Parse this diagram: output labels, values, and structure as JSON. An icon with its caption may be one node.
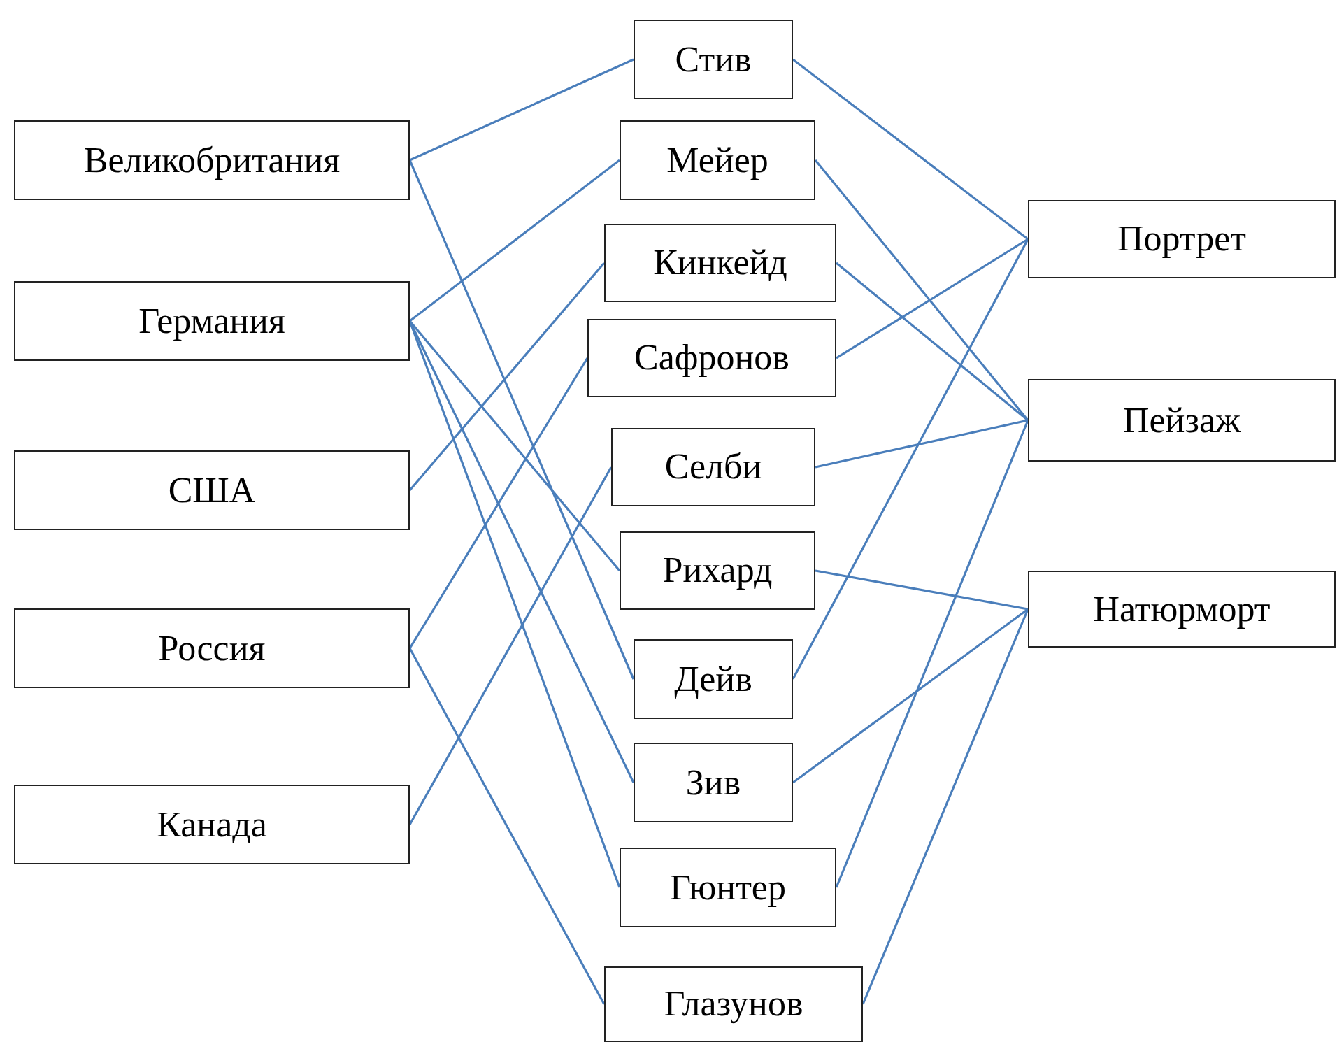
{
  "diagram": {
    "nodes": [
      {
        "text": [
          "Великобритания"
        ]
      },
      {
        "text": [
          "Германия"
        ]
      },
      {
        "text": [
          "США"
        ]
      },
      {
        "text": [
          "Россия"
        ]
      },
      {
        "text": [
          "Канада"
        ]
      },
      {
        "text": [
          "Стив"
        ]
      },
      {
        "text": [
          "Мейер"
        ]
      },
      {
        "text": [
          "Кинкейд"
        ]
      },
      {
        "text": [
          "Сафронов"
        ]
      },
      {
        "text": [
          "Селби"
        ]
      },
      {
        "text": [
          "Рихард"
        ]
      },
      {
        "text": [
          "Дейв"
        ]
      },
      {
        "text": [
          "Зив"
        ]
      },
      {
        "text": [
          "Гюнтер"
        ]
      },
      {
        "text": [
          "Глазунов"
        ]
      },
      {
        "text": [
          "Портрет"
        ]
      },
      {
        "text": [
          "Пейзаж"
        ]
      },
      {
        "text": [
          "Натюрморт"
        ]
      }
    ],
    "edges": [
      {
        "from": 0,
        "to": 5,
        "arrow": "none"
      },
      {
        "from": 0,
        "to": 11,
        "arrow": "none"
      },
      {
        "from": 1,
        "to": 6,
        "arrow": "none"
      },
      {
        "from": 1,
        "to": 10,
        "arrow": "none"
      },
      {
        "from": 1,
        "to": 12,
        "arrow": "none"
      },
      {
        "from": 1,
        "to": 13,
        "arrow": "none"
      },
      {
        "from": 2,
        "to": 7,
        "arrow": "none"
      },
      {
        "from": 3,
        "to": 8,
        "arrow": "none"
      },
      {
        "from": 3,
        "to": 14,
        "arrow": "none"
      },
      {
        "from": 4,
        "to": 9,
        "arrow": "none"
      },
      {
        "from": 5,
        "to": 15,
        "arrow": "none"
      },
      {
        "from": 6,
        "to": 16,
        "arrow": "none"
      },
      {
        "from": 7,
        "to": 16,
        "arrow": "none"
      },
      {
        "from": 8,
        "to": 15,
        "arrow": "none"
      },
      {
        "from": 9,
        "to": 16,
        "arrow": "none"
      },
      {
        "from": 10,
        "to": 17,
        "arrow": "none"
      },
      {
        "from": 11,
        "to": 15,
        "arrow": "none"
      },
      {
        "from": 12,
        "to": 17,
        "arrow": "none"
      },
      {
        "from": 13,
        "to": 16,
        "arrow": "none"
      },
      {
        "from": 14,
        "to": 17,
        "arrow": "none"
      }
    ]
  }
}
